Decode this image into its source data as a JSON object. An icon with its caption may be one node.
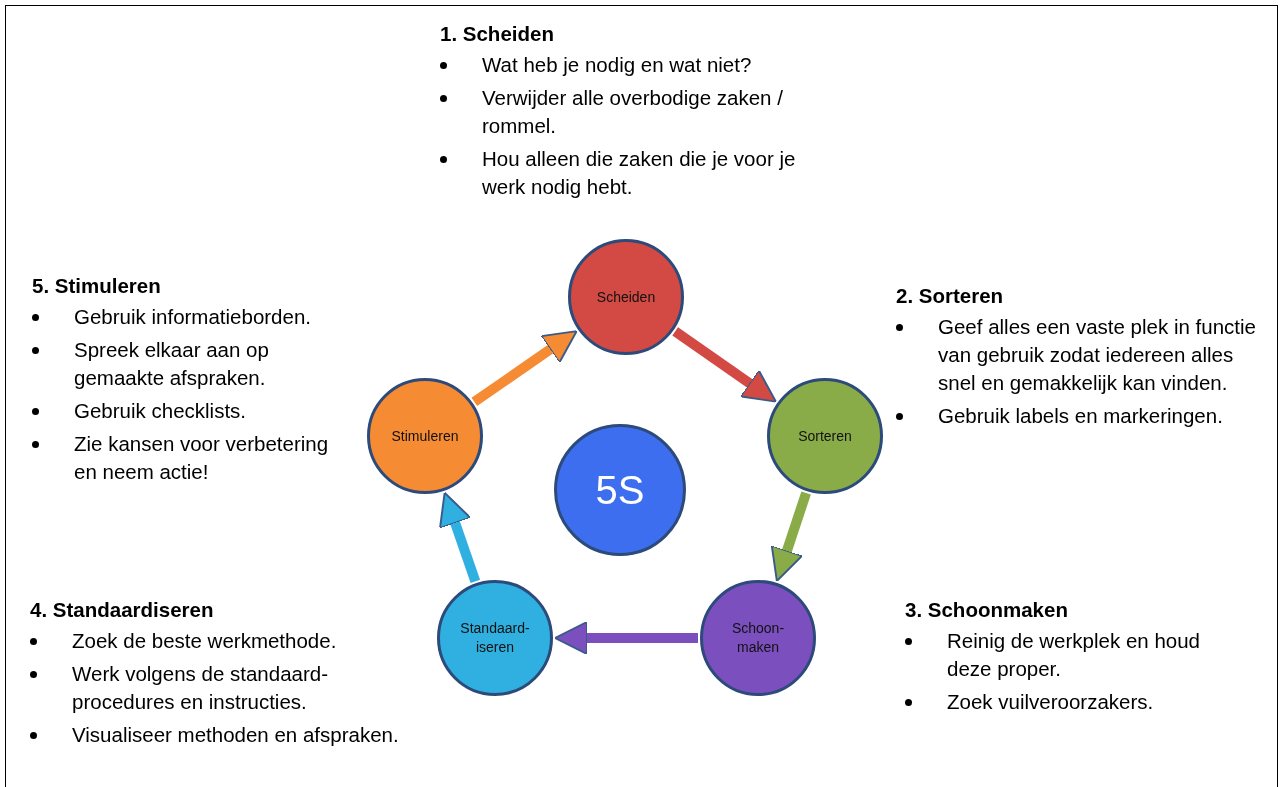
{
  "diagram": {
    "nodes": [
      {
        "text": [
          "Scheiden"
        ],
        "beside": [
          "1. Scheiden",
          "Wat heb je nodig en wat niet?",
          "Verwijder alle overbodige zaken / rommel.",
          "Hou alleen die zaken die je voor je werk nodig hebt."
        ]
      },
      {
        "text": [
          "Sorteren"
        ],
        "beside": [
          "2. Sorteren",
          "Geef alles een vaste plek in functie van gebruik zodat iedereen alles snel en gemakkelijk kan vinden.",
          "Gebruik labels en markeringen."
        ]
      },
      {
        "text": [
          "Schoon- maken"
        ],
        "beside": [
          "3. Schoonmaken",
          "Reinig de werkplek en houd deze proper.",
          "Zoek vuilveroorzakers."
        ]
      },
      {
        "text": [
          "Standaard- iseren"
        ],
        "beside": [
          "4. Standaardiseren",
          "Zoek de beste werkmethode.",
          "Werk volgens de standaard- procedures en instructies.",
          "Visualiseer methoden en afspraken."
        ]
      },
      {
        "text": [
          "Stimuleren"
        ],
        "beside": [
          "5. Stimuleren",
          "Gebruik informatieborden.",
          "Spreek elkaar aan op gemaakte afspraken.",
          "Gebruik checklists.",
          "Zie kansen voor verbetering en neem actie!"
        ]
      },
      {
        "text": [
          "5S"
        ]
      }
    ],
    "edges": [
      {
        "from": 0,
        "to": 1,
        "arrow": "to",
        "color": "#d24a43"
      },
      {
        "from": 1,
        "to": 2,
        "arrow": "to",
        "color": "#8aac48"
      },
      {
        "from": 2,
        "to": 3,
        "arrow": "to",
        "color": "#7c4fbf"
      },
      {
        "from": 3,
        "to": 4,
        "arrow": "to",
        "color": "#2fb0e0"
      },
      {
        "from": 4,
        "to": 0,
        "arrow": "to",
        "color": "#f58b33"
      }
    ]
  }
}
